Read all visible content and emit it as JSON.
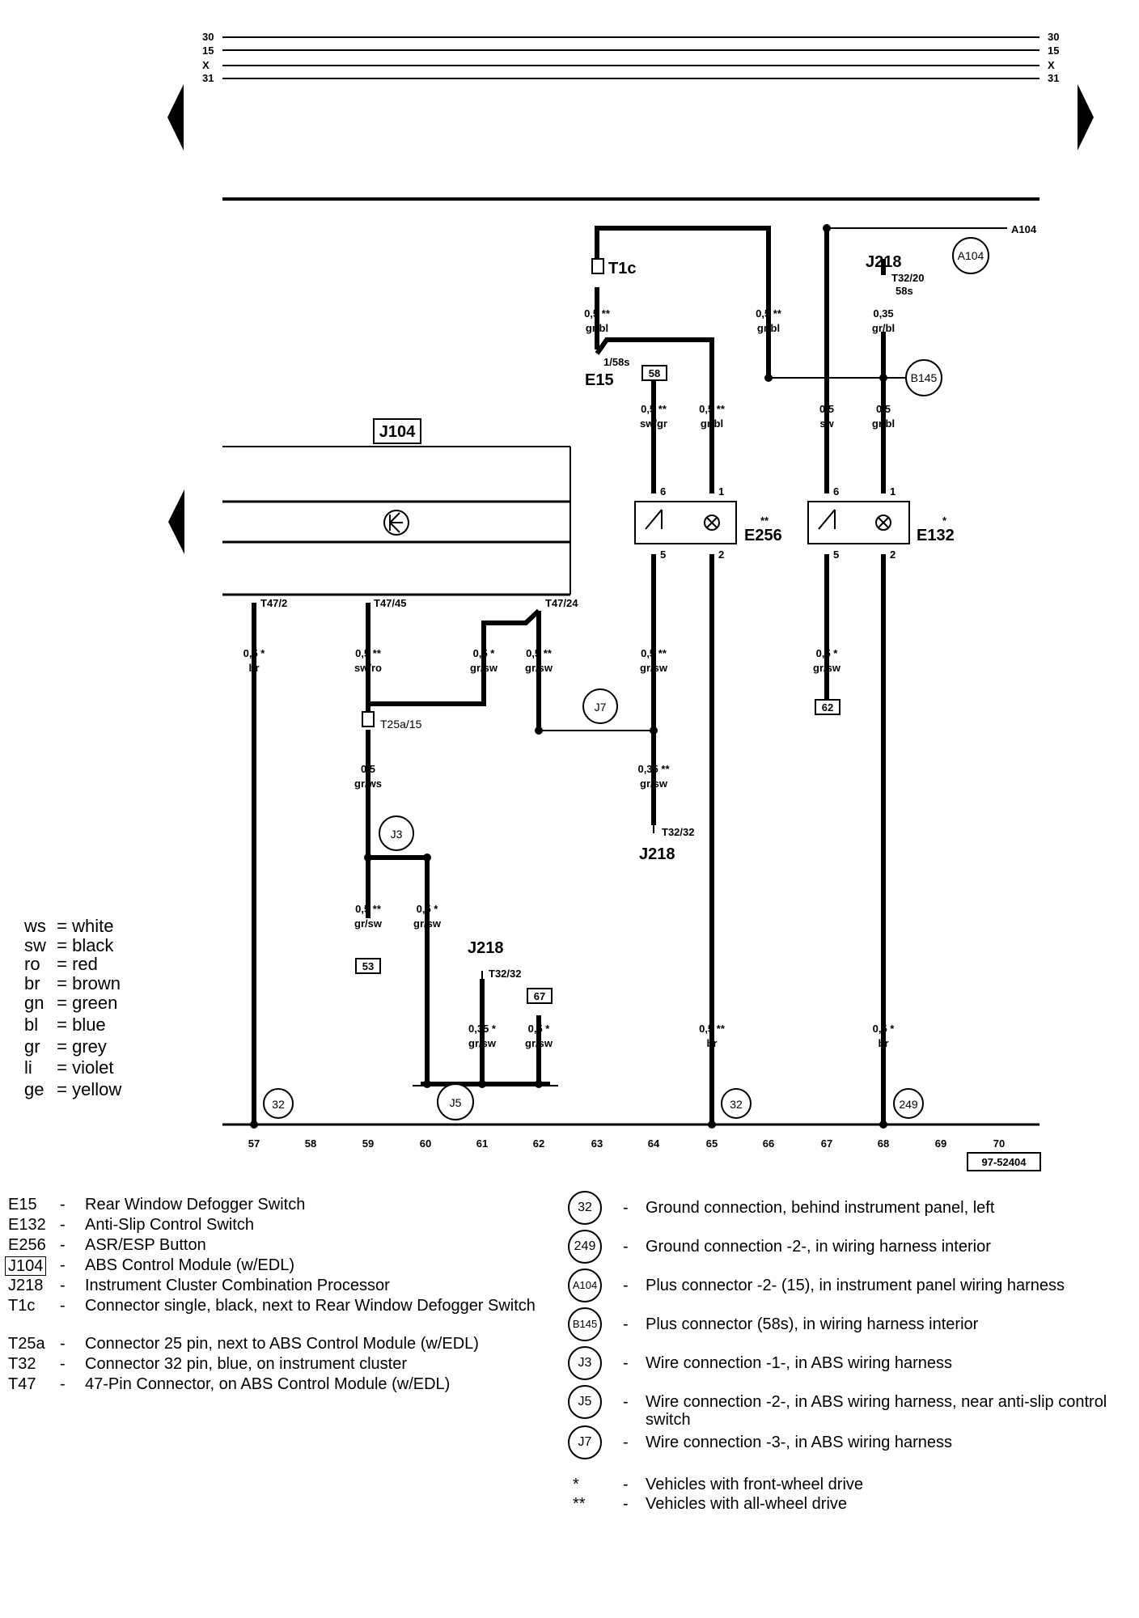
{
  "rails": [
    "30",
    "15",
    "X",
    "31"
  ],
  "module": "J104",
  "components": {
    "e15": "E15",
    "e256": "E256",
    "e132": "E132",
    "j218": "J218",
    "t1c": "T1c",
    "t25a": "T25a/15"
  },
  "splices": {
    "a104": "A104",
    "b145": "B145",
    "j7": "J7",
    "j3": "J3",
    "j5": "J5",
    "g32": "32",
    "g249": "249"
  },
  "pins": {
    "p1": "T47/2",
    "p2": "T47/45",
    "p3": "T47/24",
    "p4": "T32/20",
    "p4b": "58s",
    "p5": "1/58s",
    "p6": "T32/32",
    "p7": "T32/32",
    "e256_6": "6",
    "e256_1": "1",
    "e256_5": "5",
    "e256_2": "2",
    "e132_6": "6",
    "e132_1": "1",
    "e132_5": "5",
    "e132_2": "2"
  },
  "refboxes": {
    "r1": "58",
    "r2": "62",
    "r3": "53",
    "r4": "67"
  },
  "wires": {
    "w1": {
      "size": "0,5 **",
      "color": "gr/bl"
    },
    "w2": {
      "size": "0,5 **",
      "color": "gr/bl"
    },
    "w3": {
      "size": "0,35",
      "color": "gr/bl"
    },
    "w4": {
      "size": "0,5 **",
      "color": "sw/gr"
    },
    "w5": {
      "size": "0,5 **",
      "color": "gr/bl"
    },
    "w6": {
      "size": "0,5",
      "color": "sw"
    },
    "w7": {
      "size": "0,5",
      "color": "gr/bl"
    },
    "w8": {
      "size": "0,5 *",
      "color": "br"
    },
    "w9": {
      "size": "0,5 **",
      "color": "sw/ro"
    },
    "w10": {
      "size": "0,5 *",
      "color": "gr/sw"
    },
    "w11": {
      "size": "0,5 **",
      "color": "gr/sw"
    },
    "w12": {
      "size": "0,5 **",
      "color": "gr/sw"
    },
    "w13": {
      "size": "0,5 *",
      "color": "gr/sw"
    },
    "w14": {
      "size": "0,35 **",
      "color": "gr/sw"
    },
    "w15": {
      "size": "0,5",
      "color": "gr/ws"
    },
    "w16": {
      "size": "0,5 **",
      "color": "gr/sw"
    },
    "w17": {
      "size": "0,5 *",
      "color": "gr/sw"
    },
    "w18": {
      "size": "0,35 *",
      "color": "gr/sw"
    },
    "w19": {
      "size": "0,5 *",
      "color": "gr/sw"
    },
    "w20": {
      "size": "0,5 **",
      "color": "br"
    },
    "w21": {
      "size": "0,5 *",
      "color": "br"
    }
  },
  "a104_label": "A104",
  "track_numbers": [
    "57",
    "58",
    "59",
    "60",
    "61",
    "62",
    "63",
    "64",
    "65",
    "66",
    "67",
    "68",
    "69",
    "70"
  ],
  "figure_id": "97-52404",
  "color_codes": [
    {
      "code": "ws",
      "name": "white"
    },
    {
      "code": "sw",
      "name": "black"
    },
    {
      "code": "ro",
      "name": "red"
    },
    {
      "code": "br",
      "name": "brown"
    },
    {
      "code": "gn",
      "name": "green"
    },
    {
      "code": "bl",
      "name": "blue"
    },
    {
      "code": "gr",
      "name": "grey"
    },
    {
      "code": "li",
      "name": "violet"
    },
    {
      "code": "ge",
      "name": "yellow"
    }
  ],
  "component_legend": [
    {
      "code": "E15",
      "desc": "Rear Window Defogger Switch",
      "boxed": false
    },
    {
      "code": "E132",
      "desc": "Anti-Slip Control Switch",
      "boxed": false
    },
    {
      "code": "E256",
      "desc": "ASR/ESP Button",
      "boxed": false
    },
    {
      "code": "J104",
      "desc": "ABS Control Module (w/EDL)",
      "boxed": true
    },
    {
      "code": "J218",
      "desc": "Instrument Cluster Combination Processor",
      "boxed": false
    },
    {
      "code": "T1c",
      "desc": "Connector single, black, next to Rear Window Defogger Switch",
      "boxed": false
    },
    {
      "code": "T25a",
      "desc": "Connector 25 pin, next to ABS Control Module (w/EDL)",
      "boxed": false
    },
    {
      "code": "T32",
      "desc": "Connector 32 pin, blue, on instrument cluster",
      "boxed": false
    },
    {
      "code": "T47",
      "desc": "47-Pin Connector, on ABS Control Module (w/EDL)",
      "boxed": false
    }
  ],
  "connection_legend": [
    {
      "sym": "32",
      "desc": "Ground connection, behind instrument panel, left"
    },
    {
      "sym": "249",
      "desc": "Ground connection -2-, in wiring harness interior"
    },
    {
      "sym": "A104",
      "desc": "Plus connector -2- (15), in instrument panel wiring harness"
    },
    {
      "sym": "B145",
      "desc": "Plus connector (58s), in wiring harness interior"
    },
    {
      "sym": "J3",
      "desc": "Wire connection -1-, in ABS wiring harness"
    },
    {
      "sym": "J5",
      "desc": "Wire connection -2-, in ABS wiring harness, near anti-slip control switch"
    },
    {
      "sym": "J7",
      "desc": "Wire connection -3-, in ABS wiring harness"
    }
  ],
  "note_legend": [
    {
      "sym": "*",
      "desc": "Vehicles with front-wheel drive"
    },
    {
      "sym": "**",
      "desc": "Vehicles with all-wheel drive"
    }
  ]
}
